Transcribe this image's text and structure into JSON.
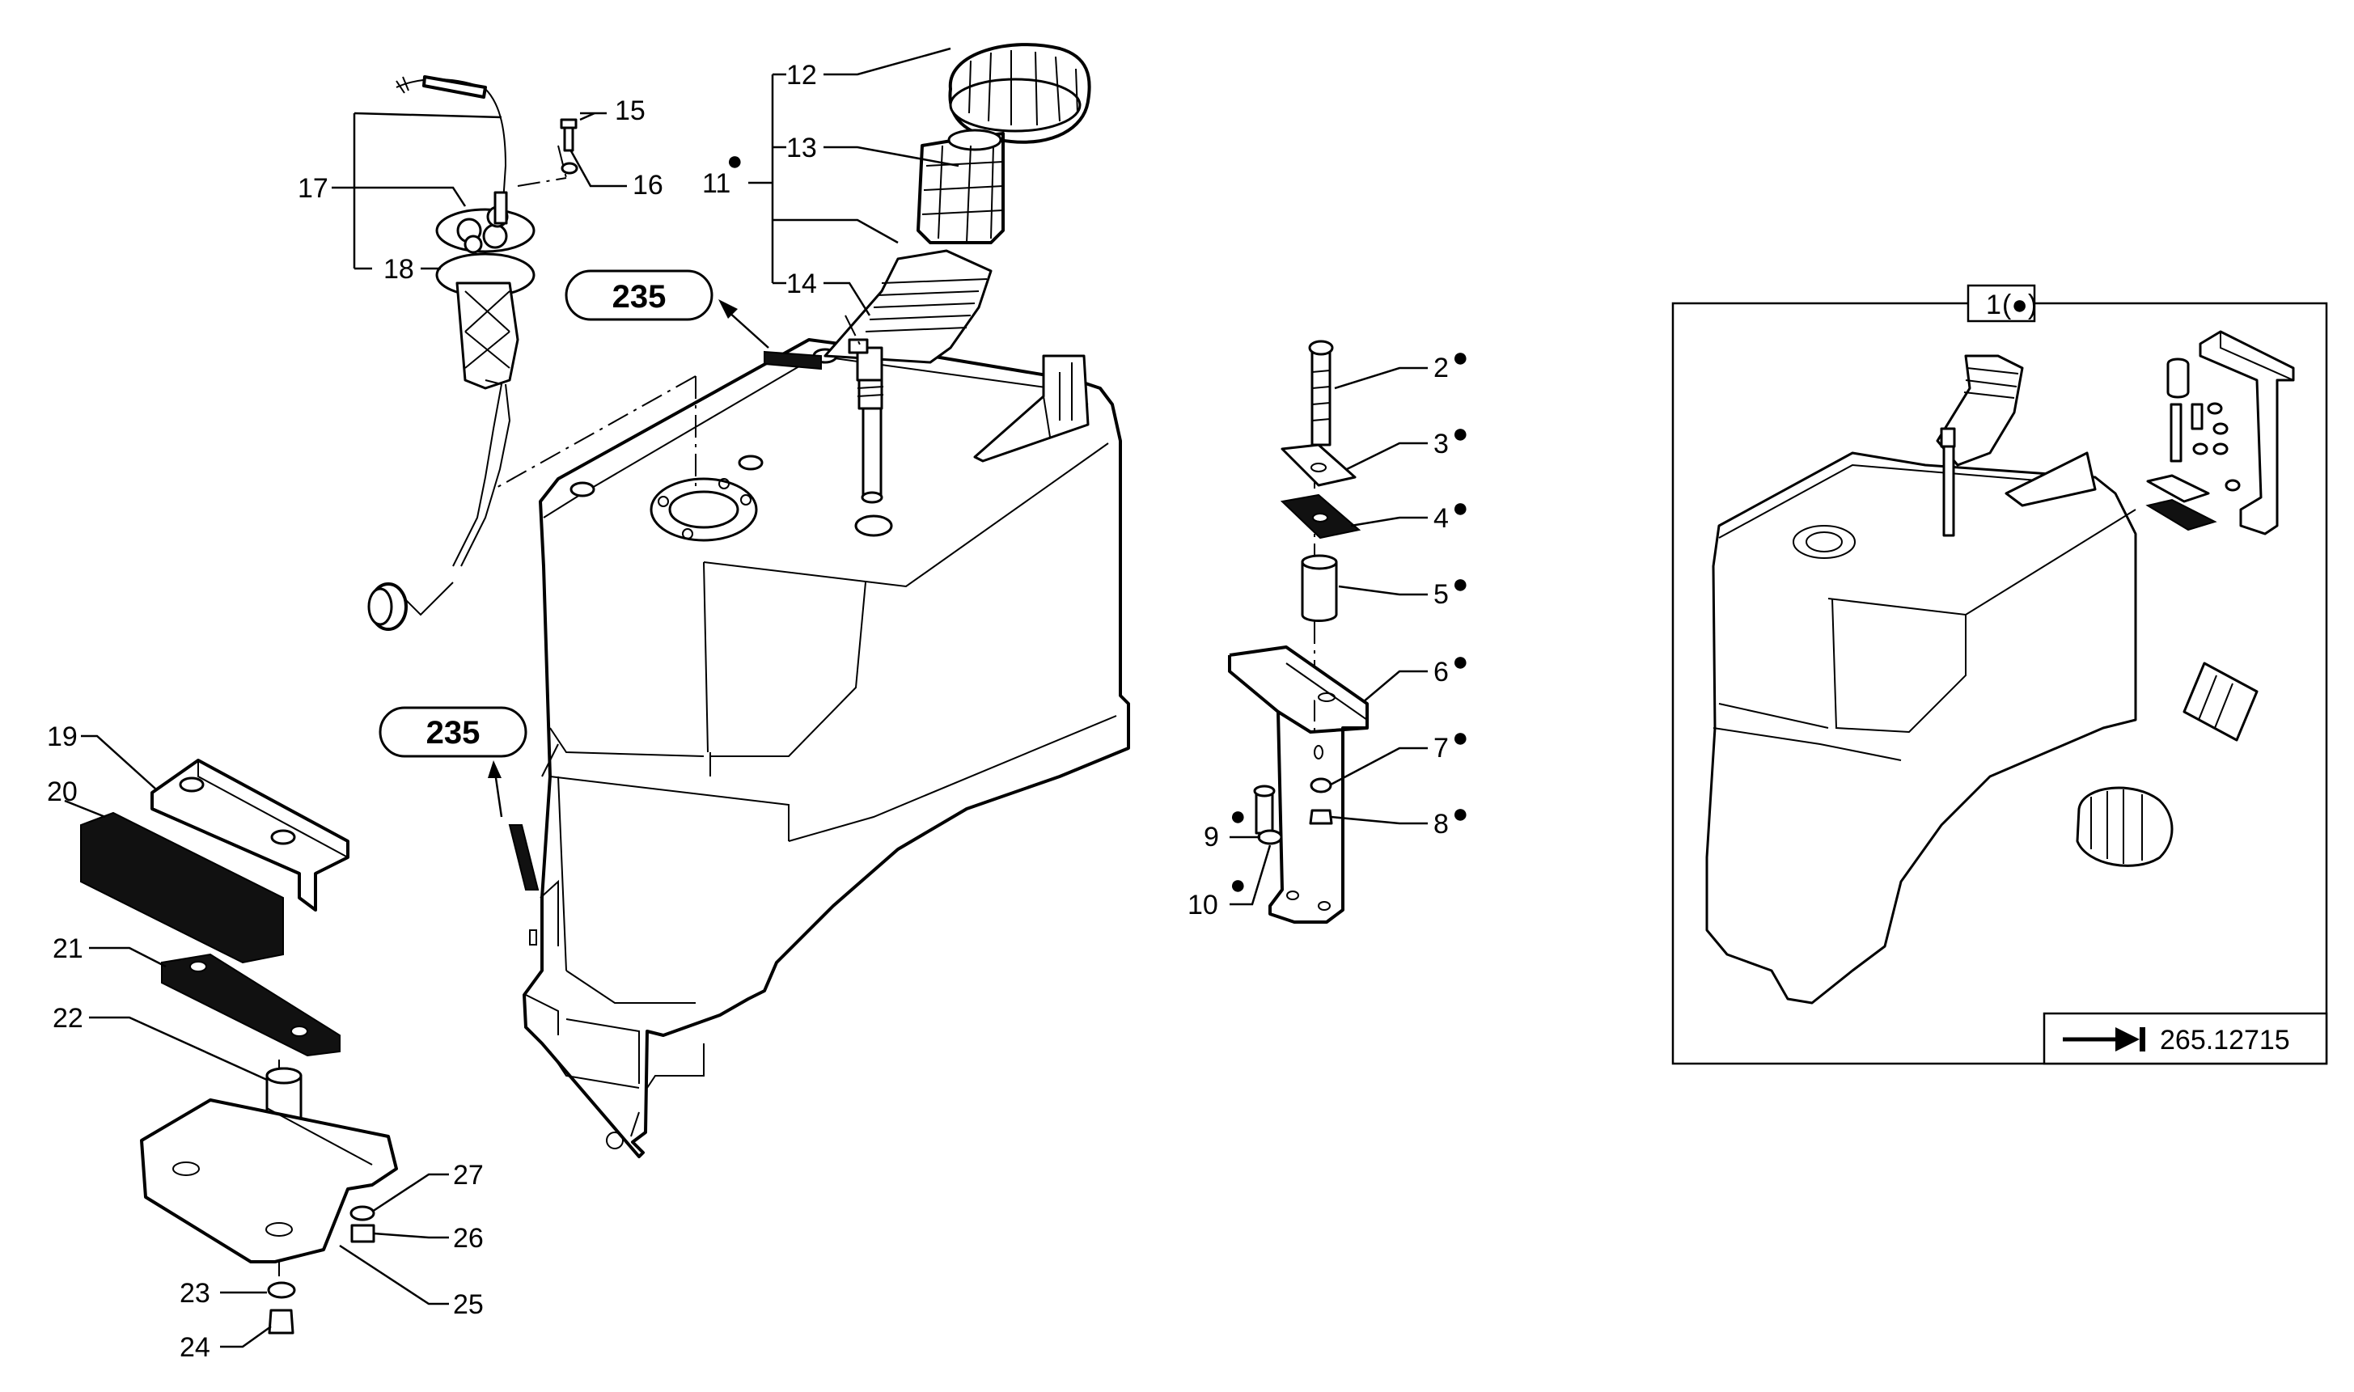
{
  "diagram": {
    "callouts": [
      {
        "id": "c1",
        "label": "1",
        "marker": "(●)"
      },
      {
        "id": "c2",
        "label": "2",
        "marker": "●"
      },
      {
        "id": "c3",
        "label": "3",
        "marker": "●"
      },
      {
        "id": "c4",
        "label": "4",
        "marker": "●"
      },
      {
        "id": "c5",
        "label": "5",
        "marker": "●"
      },
      {
        "id": "c6",
        "label": "6",
        "marker": "●"
      },
      {
        "id": "c7",
        "label": "7",
        "marker": "●"
      },
      {
        "id": "c8",
        "label": "8",
        "marker": "●"
      },
      {
        "id": "c9",
        "label": "9",
        "marker": "●"
      },
      {
        "id": "c10",
        "label": "10",
        "marker": "●"
      },
      {
        "id": "c11",
        "label": "11",
        "marker": "●"
      },
      {
        "id": "c12",
        "label": "12",
        "marker": ""
      },
      {
        "id": "c13",
        "label": "13",
        "marker": ""
      },
      {
        "id": "c14",
        "label": "14",
        "marker": ""
      },
      {
        "id": "c15",
        "label": "15",
        "marker": ""
      },
      {
        "id": "c16",
        "label": "16",
        "marker": ""
      },
      {
        "id": "c17",
        "label": "17",
        "marker": ""
      },
      {
        "id": "c18",
        "label": "18",
        "marker": ""
      },
      {
        "id": "c19",
        "label": "19",
        "marker": ""
      },
      {
        "id": "c20",
        "label": "20",
        "marker": ""
      },
      {
        "id": "c21",
        "label": "21",
        "marker": ""
      },
      {
        "id": "c22",
        "label": "22",
        "marker": ""
      },
      {
        "id": "c23",
        "label": "23",
        "marker": ""
      },
      {
        "id": "c24",
        "label": "24",
        "marker": ""
      },
      {
        "id": "c25",
        "label": "25",
        "marker": ""
      },
      {
        "id": "c26",
        "label": "26",
        "marker": ""
      },
      {
        "id": "c27",
        "label": "27",
        "marker": ""
      }
    ],
    "refs": {
      "top": "235",
      "side": "235"
    },
    "detail": {
      "title": "1",
      "title_marker": "(●)",
      "see_also": "265.12715"
    }
  }
}
